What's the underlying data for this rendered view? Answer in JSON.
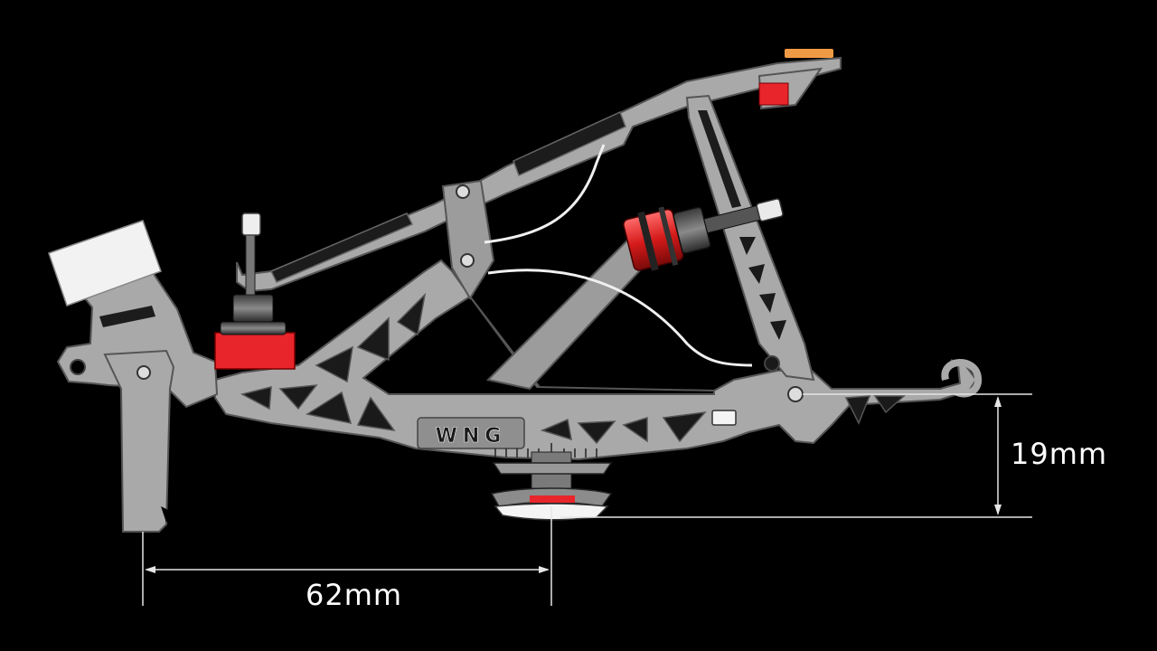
{
  "diagram": {
    "brand_mark": "WNG",
    "dimensions": {
      "horizontal": "62mm",
      "vertical": "19mm"
    }
  },
  "colors": {
    "background": "#000000",
    "frame": "#a9a9a9",
    "frame_outline": "#5e5e5e",
    "accent_red": "#e8252b",
    "accent_orange": "#f19a45",
    "dimension_line": "#e6e6e6"
  }
}
